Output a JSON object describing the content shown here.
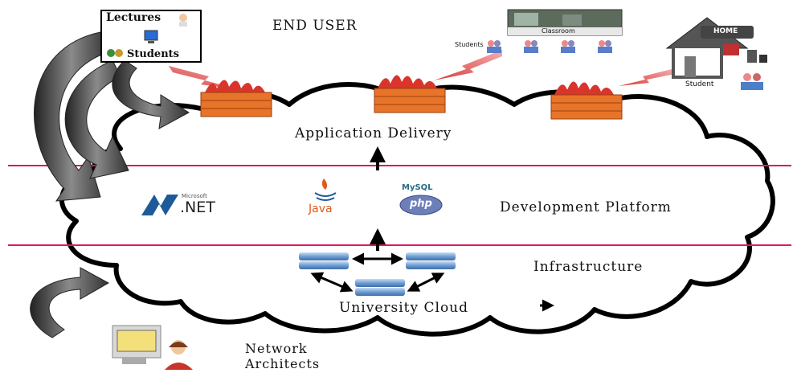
{
  "labels": {
    "end_user": "END USER",
    "lectures": "Lectures",
    "students": "Students",
    "classroom": "Classroom",
    "students_small": "Students",
    "home": "HOME",
    "student": "Student",
    "application_delivery": "Application Delivery",
    "development_platform": "Development Platform",
    "infrastructure": "Infrastructure",
    "university_cloud": "University Cloud",
    "network_architects_line1": "Network",
    "network_architects_line2": "Architects"
  },
  "logos": {
    "microsoft": "Microsoft",
    "net": ".NET",
    "java": "Java",
    "mysql": "MySQL",
    "php": "php"
  },
  "colors": {
    "divider": "#d81b60",
    "cloud_stroke": "#000000",
    "firewall": "#e8742a",
    "firewall_flame": "#d9352b",
    "lightning": "#e05a5a",
    "server": "#6f9fd4",
    "arrow_gray": "#5a5a5a"
  }
}
